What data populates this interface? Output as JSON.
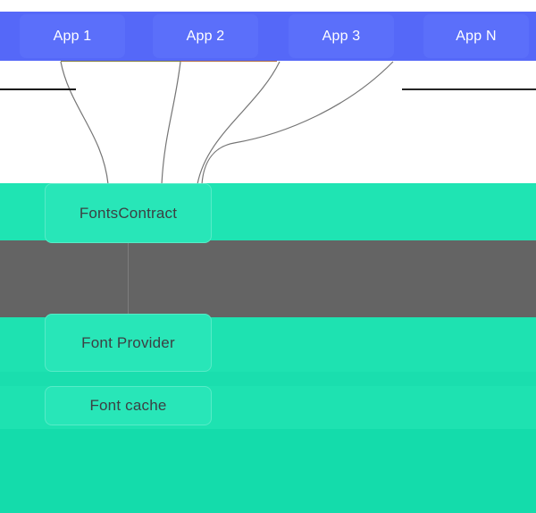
{
  "diagram": {
    "apps": [
      {
        "label": "App 1"
      },
      {
        "label": "App 2"
      },
      {
        "label": "App 3"
      },
      {
        "label": "App N"
      }
    ],
    "nodes": {
      "fonts_contract": {
        "label": "FontsContract"
      },
      "font_provider": {
        "label": "Font Provider"
      },
      "font_cache": {
        "label": "Font cache"
      }
    }
  },
  "colors": {
    "page_bg": "#ffffff",
    "blue_band": "#5568f8",
    "app_box": "#5b6ffa",
    "app_text": "#ffffff",
    "teal_band": "#1fe4b3",
    "teal_band_low": "#1ee2b1",
    "teal_box": "#28e6b8",
    "gap_band": "#1adeae",
    "gray_band": "#646464",
    "bottom_band": "#14dcab",
    "node_text": "#3c4043",
    "curve_stroke": "#6e6e6e",
    "connector": "#7d7d7d",
    "artifact_dark": "#161616",
    "artifact_dark2": "#262626"
  }
}
